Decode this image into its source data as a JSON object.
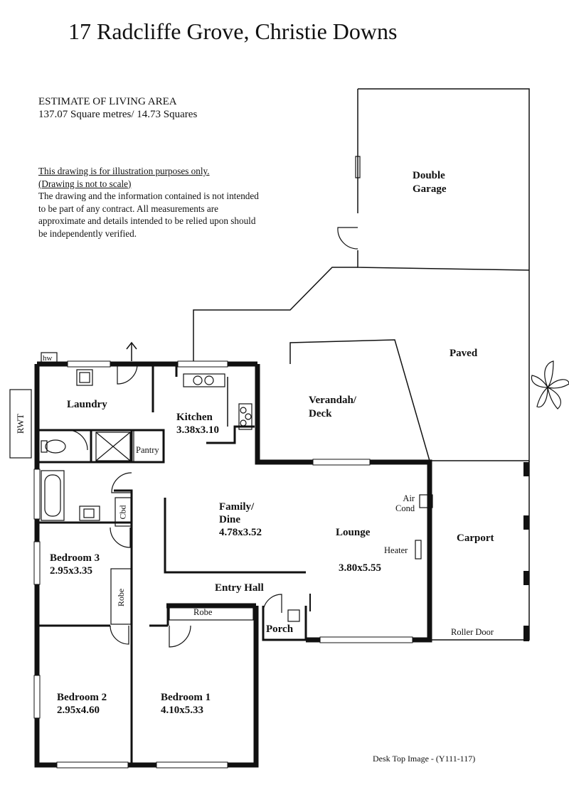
{
  "title": "17 Radcliffe Grove,  Christie Downs",
  "estimate": {
    "heading": "ESTIMATE OF LIVING AREA",
    "value": "137.07 Square metres/  14.73 Squares"
  },
  "disclaimer": {
    "line1": "This drawing is for illustration purposes only.",
    "line2": "(Drawing is not to scale)",
    "body": "The drawing and the information contained is not intended to be part of any contract.  All measurements are approximate and details intended to be relied upon should be independently verified."
  },
  "rooms": {
    "double_garage_1": "Double",
    "double_garage_2": "Garage",
    "paved": "Paved",
    "verandah_1": "Verandah/",
    "verandah_2": "Deck",
    "laundry": "Laundry",
    "kitchen": "Kitchen",
    "kitchen_size": "3.38x3.10",
    "family_1": "Family/",
    "family_2": "Dine",
    "family_size": "4.78x3.52",
    "lounge": "Lounge",
    "lounge_size": "3.80x5.55",
    "carport": "Carport",
    "bedroom3": "Bedroom 3",
    "bedroom3_size": "2.95x3.35",
    "entry_hall": "Entry Hall",
    "porch": "Porch",
    "bedroom2": "Bedroom 2",
    "bedroom2_size": "2.95x4.60",
    "bedroom1": "Bedroom 1",
    "bedroom1_size": "4.10x5.33"
  },
  "fixtures": {
    "hw": "hw",
    "rwt": "RWT",
    "pantry": "Pantry",
    "cbd": "Cbd",
    "robe_bed3": "Robe",
    "robe_bed1": "Robe",
    "air_cond_1": "Air",
    "air_cond_2": "Cond",
    "heater": "Heater",
    "roller_door": "Roller Door"
  },
  "footer": "Desk Top Image - (Y111-117)"
}
